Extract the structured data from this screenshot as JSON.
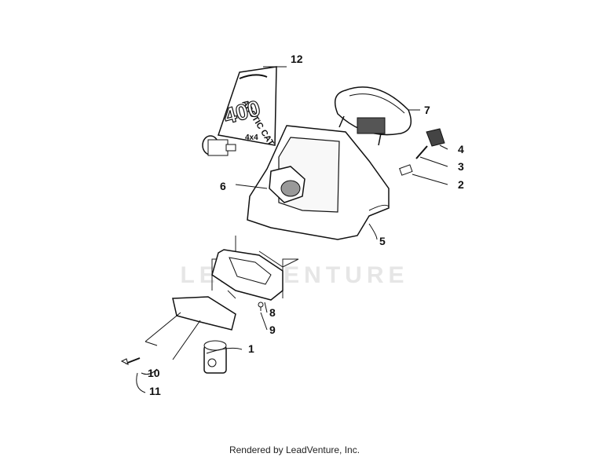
{
  "watermark": {
    "text": "LEADVENTURE"
  },
  "decal": {
    "brand": "ARCTIC CAT",
    "model": "400",
    "suffix": "4x4"
  },
  "callouts": [
    "1",
    "2",
    "3",
    "4",
    "5",
    "6",
    "7",
    "8",
    "9",
    "10",
    "11",
    "12"
  ],
  "footer": {
    "credit": "Rendered by LeadVenture, Inc."
  }
}
